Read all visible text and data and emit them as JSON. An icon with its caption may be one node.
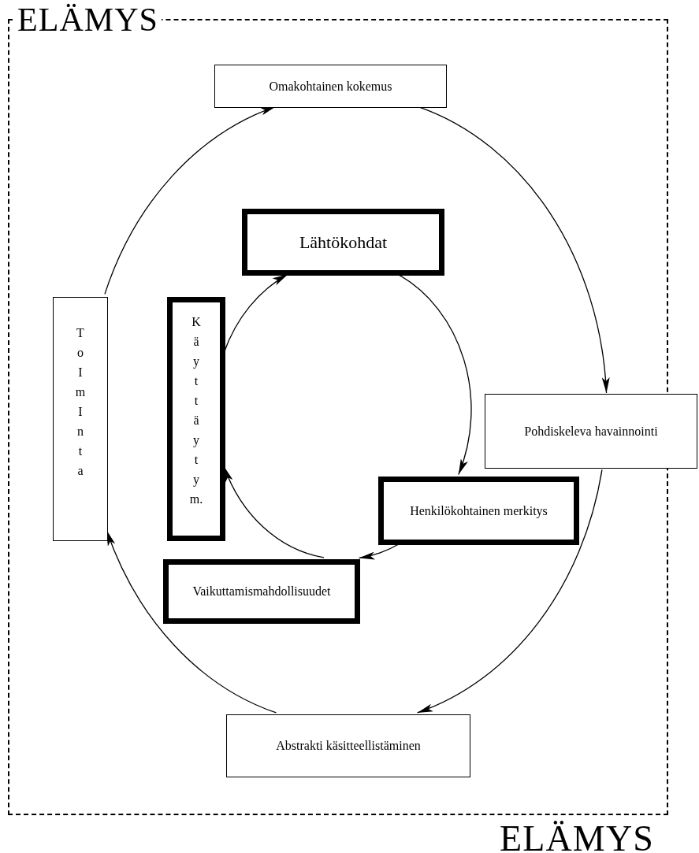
{
  "diagram": {
    "nodes": [
      {
        "text": [
          "ELÄMYS",
          "ELÄMYS"
        ]
      },
      {
        "text": [
          "Omakohtainen kokemus"
        ],
        "in": 0
      },
      {
        "text": [
          "Pohdiskeleva havainnointi"
        ]
      },
      {
        "text": [
          "Abstrakti käsitteellistäminen"
        ],
        "in": 0
      },
      {
        "text": [
          "ToImInta"
        ],
        "in": 0
      },
      {
        "text": [
          "Lähtökohdat"
        ],
        "in": 0
      },
      {
        "text": [
          "Henkilökohtainen merkitys"
        ],
        "in": 0
      },
      {
        "text": [
          "Vaikuttamismahdollisuudet"
        ],
        "in": 0
      },
      {
        "text": [
          "Käyttäytym."
        ],
        "in": 0
      }
    ],
    "edges": [
      {
        "from": 1,
        "to": 2,
        "arrow": "to"
      },
      {
        "from": 2,
        "to": 3,
        "arrow": "to"
      },
      {
        "from": 3,
        "to": 4,
        "arrow": "to"
      },
      {
        "from": 4,
        "to": 1,
        "arrow": "to"
      },
      {
        "from": 5,
        "to": 6,
        "arrow": "to"
      },
      {
        "from": 6,
        "to": 7,
        "arrow": "to"
      },
      {
        "from": 7,
        "to": 8,
        "arrow": "to"
      },
      {
        "from": 8,
        "to": 5,
        "arrow": "to"
      }
    ]
  }
}
